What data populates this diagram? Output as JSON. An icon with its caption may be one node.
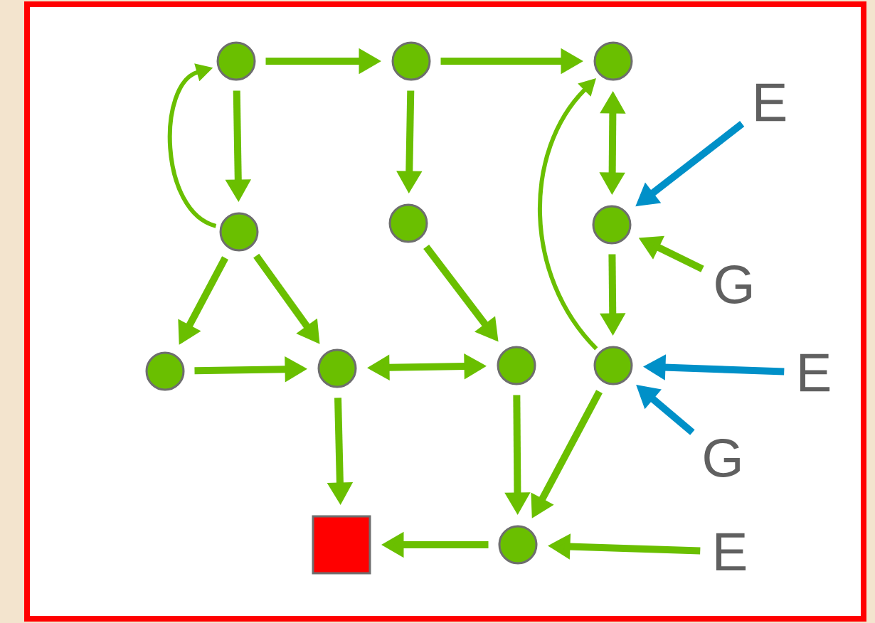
{
  "diagram": {
    "nodes": [
      {
        "text": [],
        "shape": "circle"
      },
      {
        "text": [],
        "shape": "circle"
      },
      {
        "text": [],
        "shape": "circle"
      },
      {
        "text": [],
        "shape": "circle"
      },
      {
        "text": [],
        "shape": "circle"
      },
      {
        "text": [],
        "shape": "circle"
      },
      {
        "text": [],
        "shape": "circle"
      },
      {
        "text": [],
        "shape": "circle"
      },
      {
        "text": [],
        "shape": "circle"
      },
      {
        "text": [],
        "shape": "circle"
      },
      {
        "text": [],
        "shape": "box"
      },
      {
        "text": [],
        "shape": "circle"
      },
      {
        "text": [
          "E"
        ]
      },
      {
        "text": [
          "G"
        ]
      },
      {
        "text": [
          "E"
        ]
      },
      {
        "text": [
          "G"
        ]
      },
      {
        "text": [
          "E"
        ]
      }
    ],
    "edges": [
      {
        "from": 0,
        "to": 1,
        "arrow": "to"
      },
      {
        "from": 1,
        "to": 2,
        "arrow": "to"
      },
      {
        "from": 3,
        "to": 0,
        "arrow": "to"
      },
      {
        "from": 0,
        "to": 3,
        "arrow": "to"
      },
      {
        "from": 1,
        "to": 4,
        "arrow": "to"
      },
      {
        "from": 9,
        "to": 2,
        "arrow": "to"
      },
      {
        "from": 2,
        "to": 5,
        "arrow": "both"
      },
      {
        "from": 12,
        "to": 5,
        "arrow": "to",
        "color": "#0090c8"
      },
      {
        "from": 13,
        "to": 5,
        "arrow": "to"
      },
      {
        "from": 3,
        "to": 6,
        "arrow": "to"
      },
      {
        "from": 3,
        "to": 7,
        "arrow": "to"
      },
      {
        "from": 4,
        "to": 8,
        "arrow": "to"
      },
      {
        "from": 5,
        "to": 9,
        "arrow": "to"
      },
      {
        "from": 6,
        "to": 7,
        "arrow": "to"
      },
      {
        "from": 7,
        "to": 8,
        "arrow": "both"
      },
      {
        "from": 14,
        "to": 9,
        "arrow": "to",
        "color": "#0090c8"
      },
      {
        "from": 15,
        "to": 9,
        "arrow": "to",
        "color": "#0090c8"
      },
      {
        "from": 7,
        "to": 10,
        "arrow": "to"
      },
      {
        "from": 8,
        "to": 11,
        "arrow": "to"
      },
      {
        "from": 9,
        "to": 11,
        "arrow": "to"
      },
      {
        "from": 11,
        "to": 10,
        "arrow": "to"
      },
      {
        "from": 16,
        "to": 11,
        "arrow": "to"
      }
    ]
  }
}
